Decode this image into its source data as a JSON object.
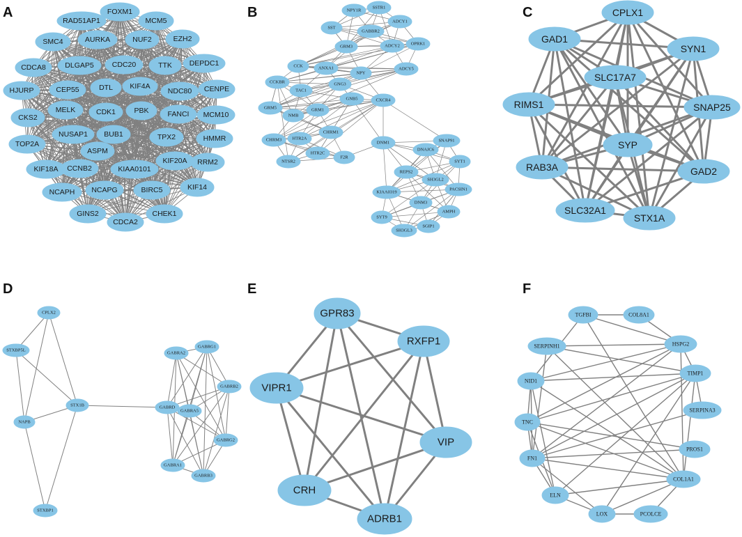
{
  "colors": {
    "node": "#87c5e6",
    "edge": "#808080",
    "label": "#1a1a1a"
  },
  "panels": [
    {
      "id": "A",
      "label": "A",
      "font": "sans",
      "nodes": [
        "FOXM1",
        "RAD51AP1",
        "MCM5",
        "SMC4",
        "AURKA",
        "NUF2",
        "EZH2",
        "CDCA8",
        "DLGAP5",
        "CDC20",
        "TTK",
        "DEPDC1",
        "HJURP",
        "CEP55",
        "DTL",
        "KIF4A",
        "NDC80",
        "CENPE",
        "CKS2",
        "MELK",
        "CDK1",
        "PBK",
        "FANCI",
        "MCM10",
        "NUSAP1",
        "BUB1",
        "TPX2",
        "HMMR",
        "TOP2A",
        "ASPM",
        "KIF18A",
        "CCNB2",
        "KIAA0101",
        "KIF20A",
        "RRM2",
        "NCAPH",
        "NCAPG",
        "BIRC5",
        "KIF14",
        "GINS2",
        "CDCA2",
        "CHEK1"
      ]
    },
    {
      "id": "B",
      "label": "B",
      "font": "serif",
      "nodes": [
        "NPY1R",
        "SSTR1",
        "SST",
        "ADCY1",
        "GABBR2",
        "GRM3",
        "ADCY2",
        "OPRK1",
        "CCK",
        "ANXA1",
        "NPY",
        "ADCY5",
        "CCKBR",
        "TAC1",
        "GNG3",
        "GRM5",
        "NMB",
        "GRM1",
        "GNB5",
        "CXCR4",
        "CHRM1",
        "CHRM3",
        "HTR2A",
        "HTR2C",
        "NTSR2",
        "F2R",
        "DNM1",
        "SNAP91",
        "DNAJC6",
        "SYT1",
        "REPS2",
        "SH3GL2",
        "KIAA0319",
        "PACSIN1",
        "DNM3",
        "AMPH",
        "SYT9",
        "SH3GL3",
        "SGIP1"
      ]
    },
    {
      "id": "C",
      "label": "C",
      "font": "sans",
      "nodes": [
        "CPLX1",
        "GAD1",
        "SYN1",
        "SLC17A7",
        "RIMS1",
        "SNAP25",
        "SYP",
        "RAB3A",
        "GAD2",
        "SLC32A1",
        "STX1A"
      ]
    },
    {
      "id": "D",
      "label": "D",
      "font": "serif",
      "nodes": [
        "CPLX2",
        "STXBP5L",
        "STX1B",
        "NAPB",
        "STXBP1",
        "GABRA2",
        "GABRG1",
        "GABRB2",
        "GABRD",
        "GABRA5",
        "GABRG2",
        "GABRA1",
        "GABRB3"
      ]
    },
    {
      "id": "E",
      "label": "E",
      "font": "sans",
      "nodes": [
        "GPR83",
        "RXFP1",
        "VIPR1",
        "VIP",
        "CRH",
        "ADRB1"
      ]
    },
    {
      "id": "F",
      "label": "F",
      "font": "serif",
      "nodes": [
        "TGFBI",
        "COL8A1",
        "HSPG2",
        "SERPINH1",
        "NID1",
        "TIMP1",
        "SERPINA3",
        "TNC",
        "PROS1",
        "FN1",
        "COL1A1",
        "ELN",
        "LOX",
        "PCOLCE"
      ]
    }
  ]
}
